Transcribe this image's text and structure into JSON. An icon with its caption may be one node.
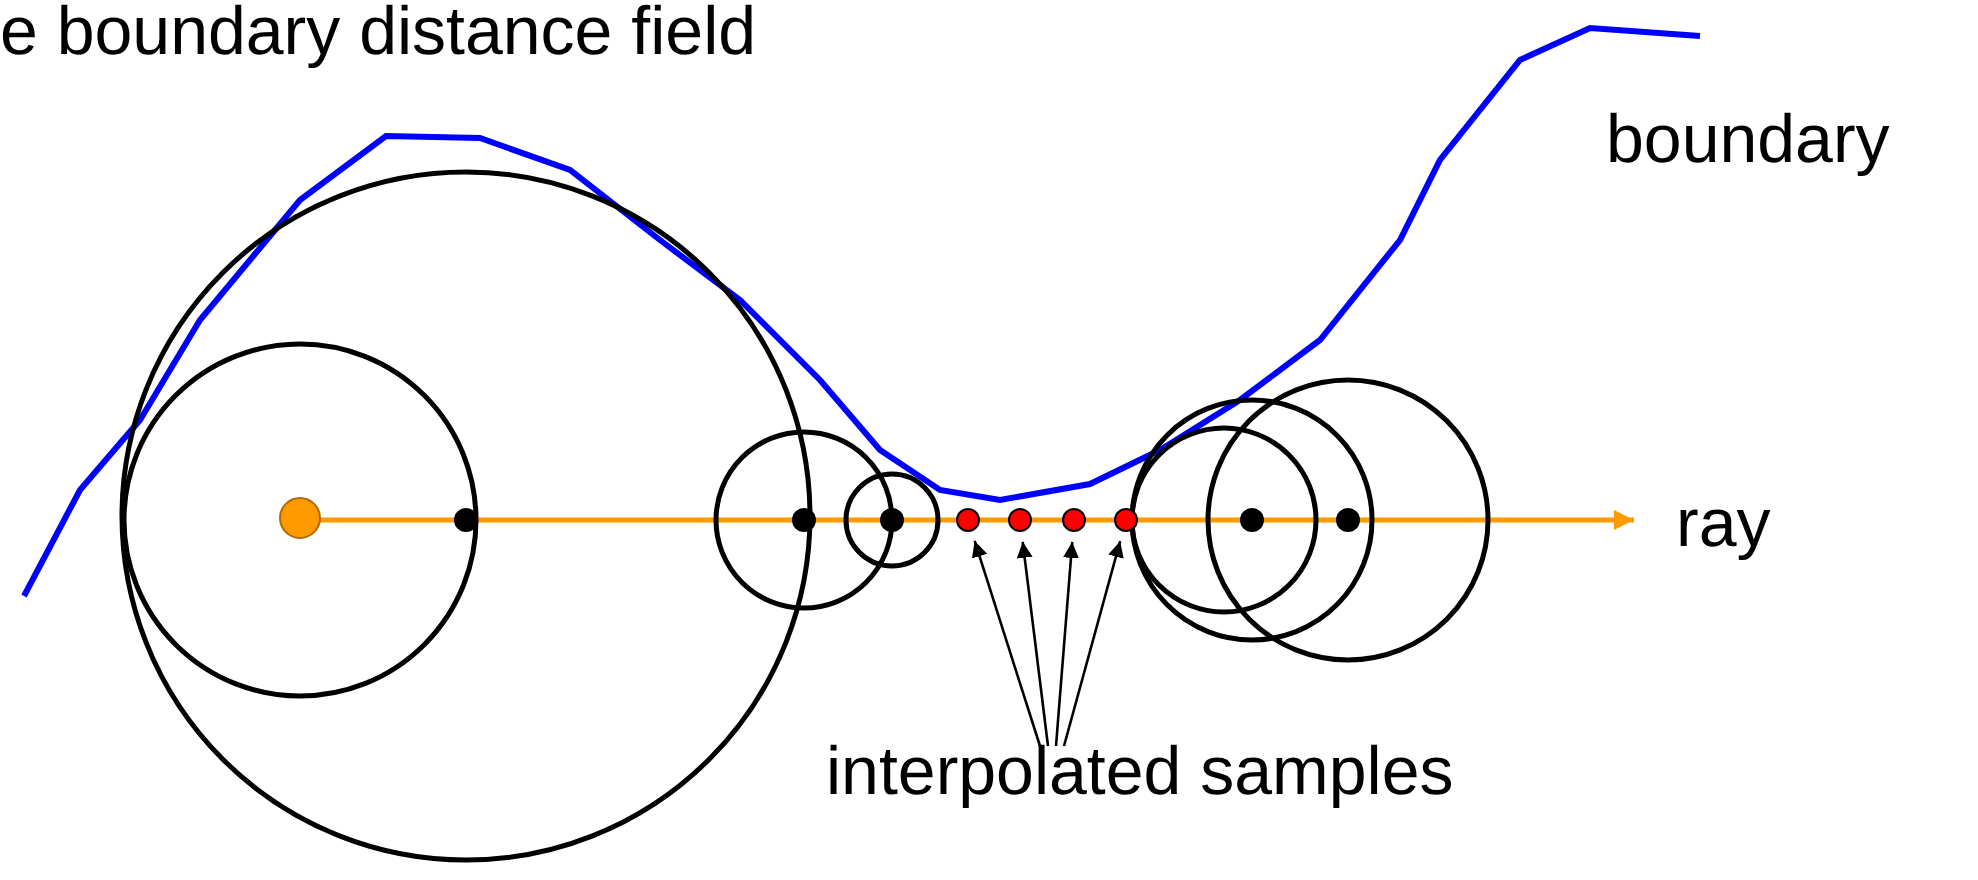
{
  "diagram": {
    "title": "e boundary distance field",
    "nodes": [
      {
        "text": [
          "interpolated samples"
        ]
      },
      {
        "text": [],
        "shape": "circle"
      },
      {
        "text": [],
        "shape": "circle"
      },
      {
        "text": [],
        "shape": "circle"
      },
      {
        "text": [],
        "shape": "circle"
      }
    ],
    "edges": [
      {
        "from": 0,
        "to": 1,
        "arrow": "to"
      },
      {
        "from": 0,
        "to": 2,
        "arrow": "to"
      },
      {
        "from": 0,
        "to": 3,
        "arrow": "to"
      },
      {
        "from": 0,
        "to": 4,
        "arrow": "to"
      }
    ],
    "labels": [
      "boundary",
      "ray"
    ]
  }
}
